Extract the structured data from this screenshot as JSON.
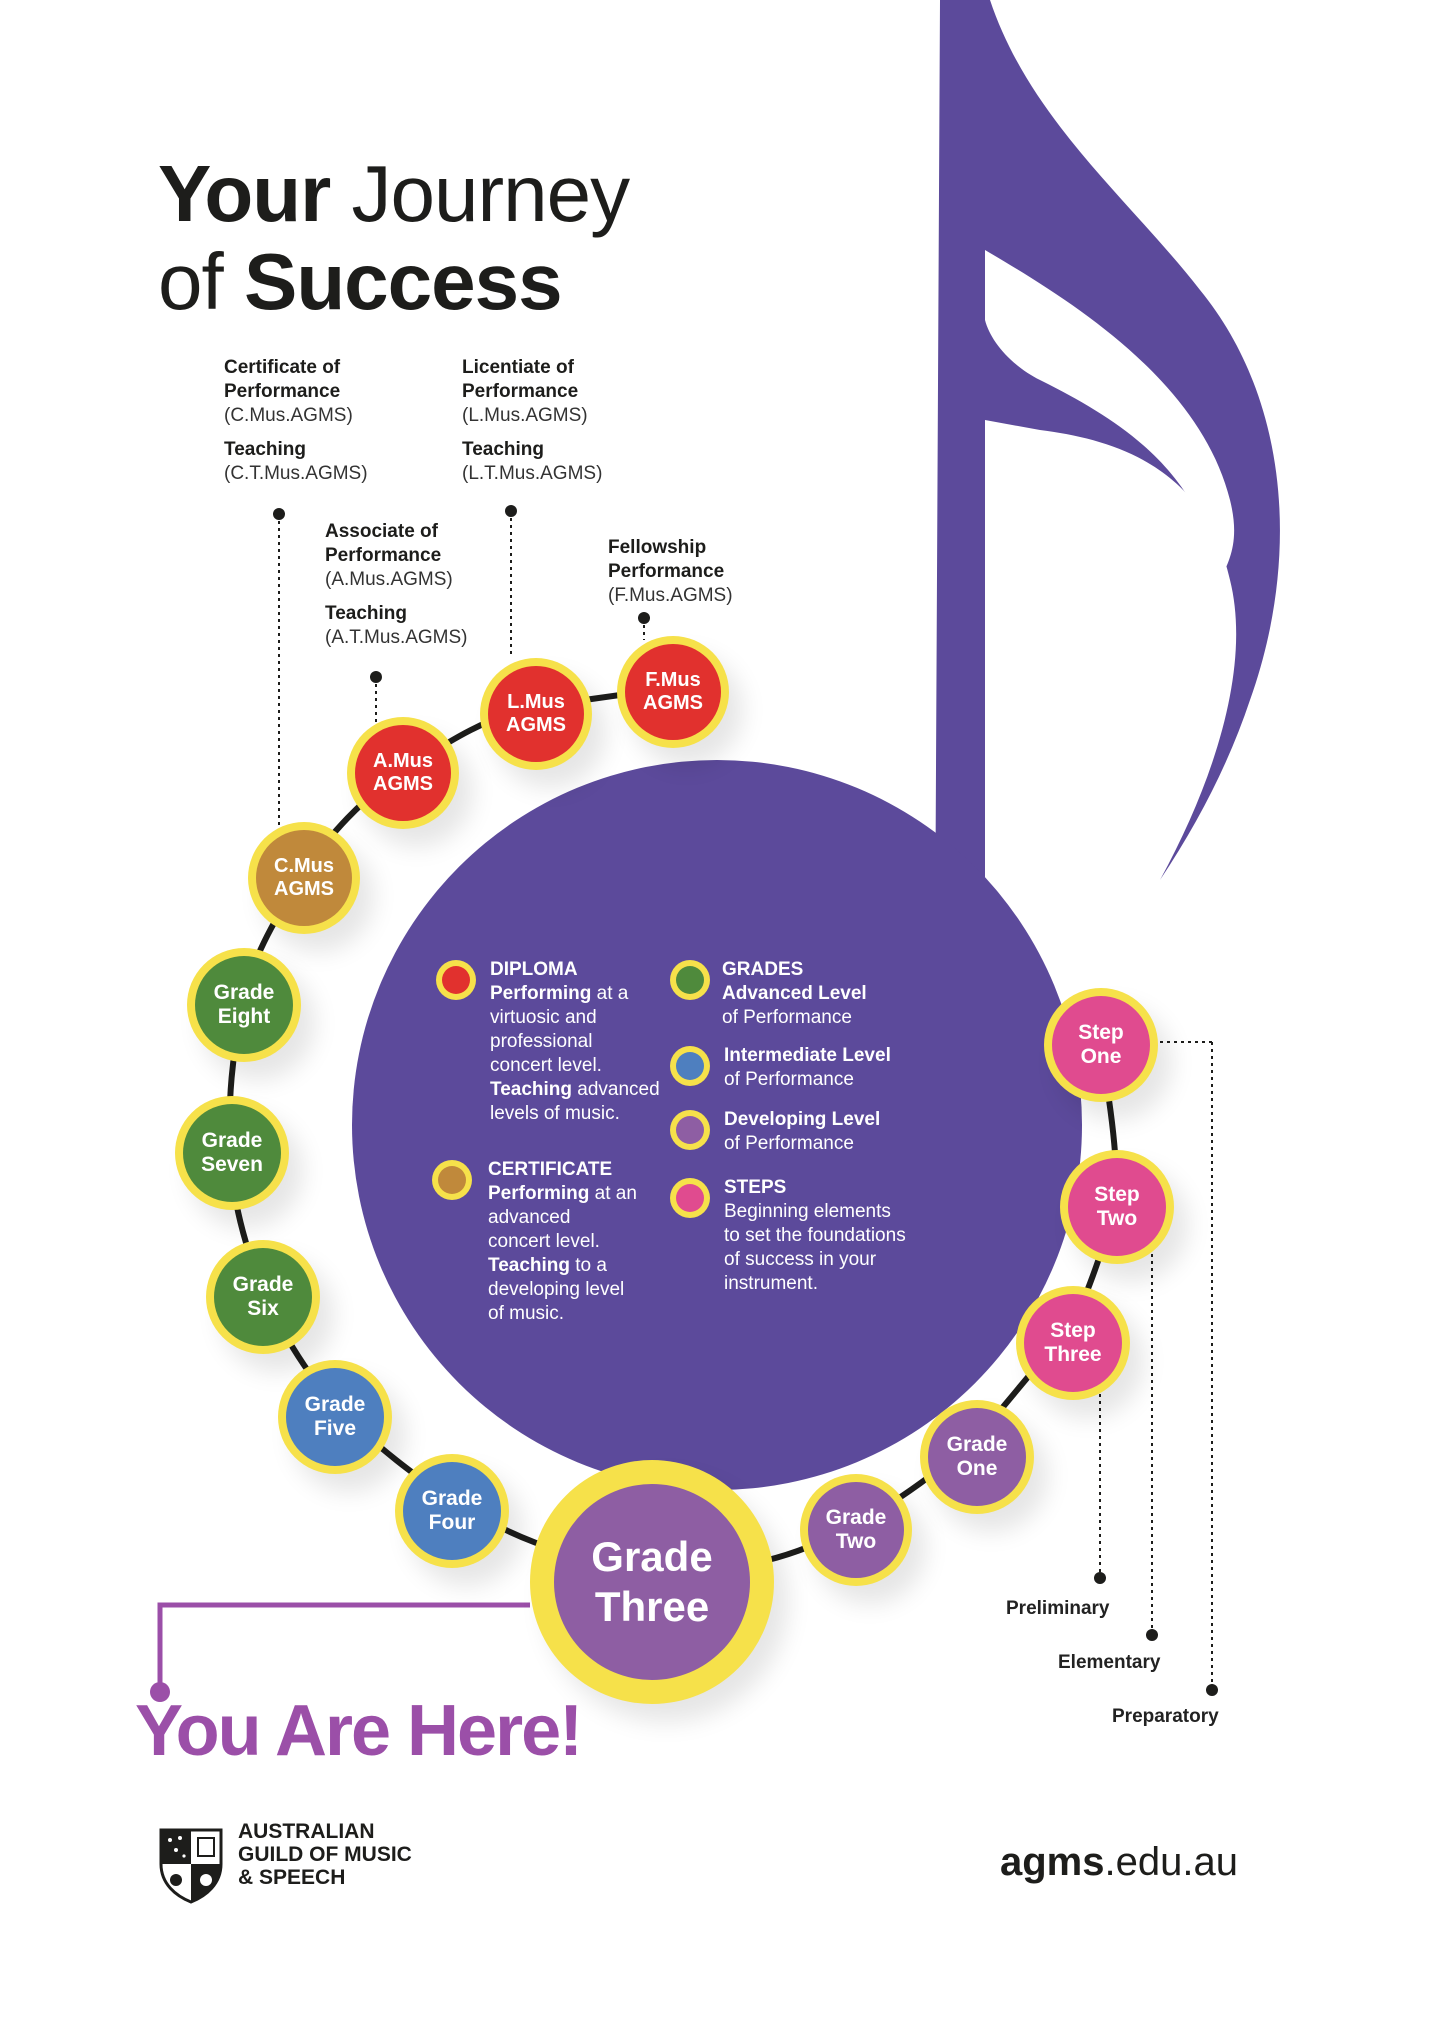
{
  "title": {
    "line1_bold": "Your",
    "line1_light": "Journey",
    "line2_light": "of",
    "line2_bold": "Success"
  },
  "credentials": {
    "certificate": {
      "h1": "Certificate of",
      "h2": "Performance",
      "c1": "(C.Mus.AGMS)",
      "t": "Teaching",
      "c2": "(C.T.Mus.AGMS)"
    },
    "licentiate": {
      "h1": "Licentiate of",
      "h2": "Performance",
      "c1": "(L.Mus.AGMS)",
      "t": "Teaching",
      "c2": "(L.T.Mus.AGMS)"
    },
    "associate": {
      "h1": "Associate of",
      "h2": "Performance",
      "c1": "(A.Mus.AGMS)",
      "t": "Teaching",
      "c2": "(A.T.Mus.AGMS)"
    },
    "fellowship": {
      "h1": "Fellowship",
      "h2": "Performance",
      "c1": "(F.Mus.AGMS)"
    }
  },
  "nodes": {
    "fmus": [
      "F.Mus",
      "AGMS"
    ],
    "lmus": [
      "L.Mus",
      "AGMS"
    ],
    "amus": [
      "A.Mus",
      "AGMS"
    ],
    "cmus": [
      "C.Mus",
      "AGMS"
    ],
    "grade8": [
      "Grade",
      "Eight"
    ],
    "grade7": [
      "Grade",
      "Seven"
    ],
    "grade6": [
      "Grade",
      "Six"
    ],
    "grade5": [
      "Grade",
      "Five"
    ],
    "grade4": [
      "Grade",
      "Four"
    ],
    "grade3": [
      "Grade",
      "Three"
    ],
    "grade2": [
      "Grade",
      "Two"
    ],
    "grade1": [
      "Grade",
      "One"
    ],
    "step3": [
      "Step",
      "Three"
    ],
    "step2": [
      "Step",
      "Two"
    ],
    "step1": [
      "Step",
      "One"
    ]
  },
  "legend": {
    "diploma": {
      "title": "DIPLOMA",
      "perf_b": "Performing",
      "perf_t": " at a",
      "l2": "virtuosic and",
      "l3": "professional",
      "l4": "concert level.",
      "teach_b": "Teaching",
      "teach_t": " advanced",
      "l6": "levels of music."
    },
    "certificate": {
      "title": "CERTIFICATE",
      "perf_b": "Performing",
      "perf_t": " at an",
      "l2": "advanced",
      "l3": "concert level.",
      "teach_b": "Teaching",
      "teach_t": " to a",
      "l5": "developing level",
      "l6": "of music."
    },
    "grades": {
      "title": "GRADES",
      "b": "Advanced Level",
      "t": "of Performance"
    },
    "intermediate": {
      "b": "Intermediate Level",
      "t": "of Performance"
    },
    "developing": {
      "b": "Developing Level",
      "t": "of Performance"
    },
    "steps": {
      "title": "STEPS",
      "l1": "Beginning elements",
      "l2": "to set the foundations",
      "l3": "of success in your",
      "l4": "instrument."
    }
  },
  "step_levels": {
    "preliminary": "Preliminary",
    "elementary": "Elementary",
    "preparatory": "Preparatory"
  },
  "you_are_here": "You Are Here!",
  "brand": {
    "l1": "AUSTRALIAN",
    "l2": "GUILD OF MUSIC",
    "l3": "& SPEECH"
  },
  "website": {
    "bold": "agms",
    "rest": ".edu.au"
  },
  "colors": {
    "purple": "#5c4a9b",
    "yellow": "#f6e14a",
    "red": "#e1312e",
    "gold": "#c0893b",
    "green": "#4f8a3c",
    "blue": "#4e7fbf",
    "violet": "#8e5ea3",
    "pink": "#e04b8f",
    "highlight": "#9b4fa8"
  }
}
